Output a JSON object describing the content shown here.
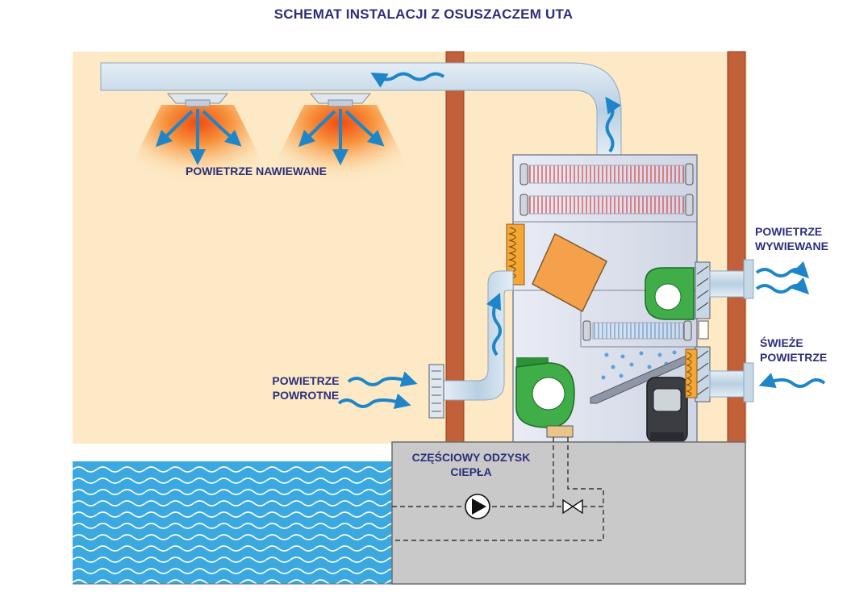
{
  "title": "SCHEMAT INSTALACJI Z OSUSZACZEM UTA",
  "labels": {
    "supply_air": "POWIETRZE NAWIEWANE",
    "exhaust_air_line1": "POWIETRZE",
    "exhaust_air_line2": "WYWIEWANE",
    "fresh_air_line1": "ŚWIEŻE",
    "fresh_air_line2": "POWIETRZE",
    "return_air_line1": "POWIETRZE",
    "return_air_line2": "POWROTNE",
    "heat_recovery_line1": "CZĘŚCIOWY ODZYSK",
    "heat_recovery_line2": "CIEPŁA"
  },
  "colors": {
    "room": "#fde9c6",
    "wall": "#c2603a",
    "duct": "#c7d8e6",
    "air_arrow": "#1e86c8",
    "heater_glow": "#f26a1b",
    "fan": "#3fae49",
    "pool_water": "#3ba9e0",
    "basement": "#c9c9c9",
    "text": "#2c2f7a"
  },
  "icons": [
    "air-flow-arrow-icon",
    "ceiling-diffuser-icon",
    "fan-icon",
    "compressor-icon",
    "pump-icon",
    "valve-icon",
    "heat-exchanger-icon",
    "filter-icon",
    "damper-icon"
  ]
}
